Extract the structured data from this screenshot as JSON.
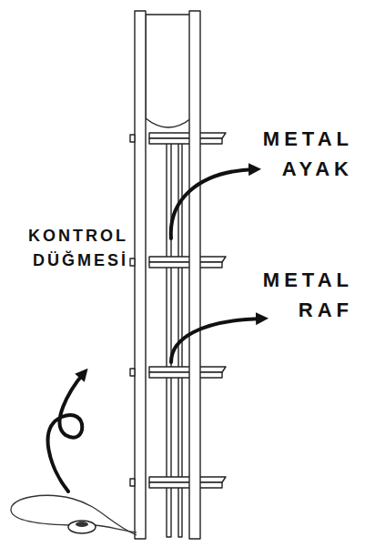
{
  "diagram": {
    "labels": [
      "METAL AYAK",
      "METAL RAF",
      "KONTROL DÜĞMESİ"
    ]
  }
}
